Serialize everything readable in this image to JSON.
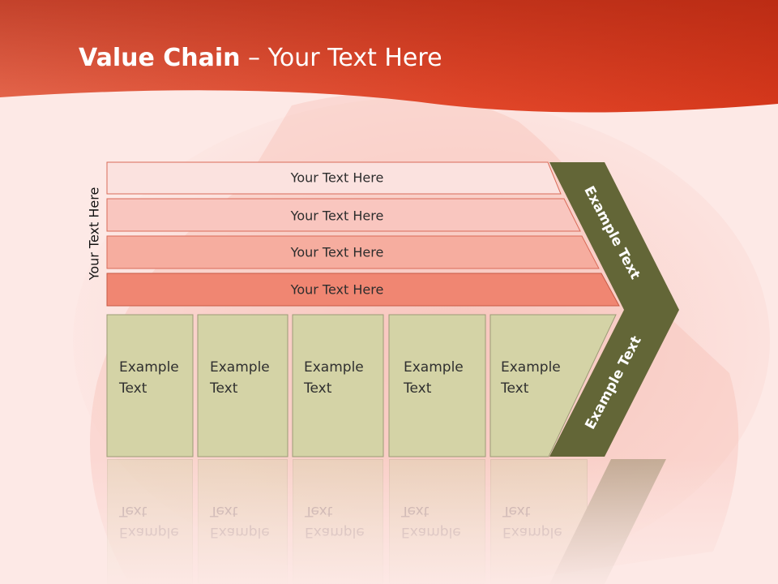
{
  "title": {
    "bold": "Value Chain",
    "rest": " – Your Text Here"
  },
  "side_label": "Your Text Here",
  "bands": [
    {
      "label": "Your Text Here",
      "color": "#fbe2df"
    },
    {
      "label": "Your Text Here",
      "color": "#f9c6bf"
    },
    {
      "label": "Your Text Here",
      "color": "#f6ad9f"
    },
    {
      "label": "Your Text Here",
      "color": "#f08672"
    }
  ],
  "columns": [
    {
      "line1": "Example",
      "line2": "Text"
    },
    {
      "line1": "Example",
      "line2": "Text"
    },
    {
      "line1": "Example",
      "line2": "Text"
    },
    {
      "line1": "Example",
      "line2": "Text"
    },
    {
      "line1": "Example",
      "line2": "Text"
    }
  ],
  "chevron": {
    "upper": "Example Text",
    "lower": "Example Text"
  },
  "colors": {
    "header_dark": "#b92e16",
    "header_light": "#e8694f",
    "column_fill": "#d4d3a6",
    "chevron_fill": "#636637"
  }
}
